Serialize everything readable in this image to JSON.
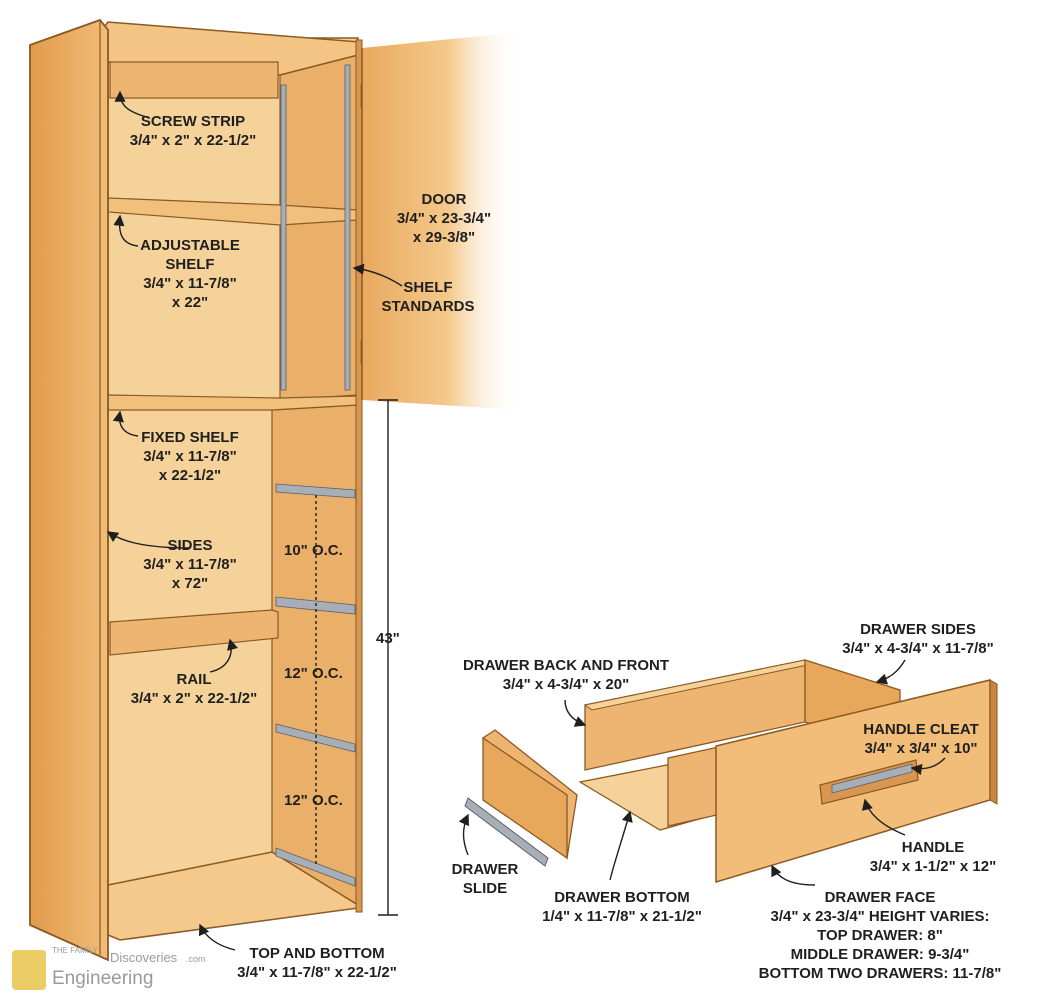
{
  "colors": {
    "wood_light": "#f4c98b",
    "wood_mid": "#e8a85c",
    "wood_dark": "#c7853f",
    "edge": "#8a5a22",
    "metal": "#a7aeb6",
    "ink": "#1f1f1f"
  },
  "labels": {
    "screw_strip": {
      "title": "SCREW STRIP",
      "dims": "3/4\" x 2\" x 22-1/2\""
    },
    "adjustable_shelf": {
      "title": "ADJUSTABLE",
      "title2": "SHELF",
      "dims": "3/4\" x 11-7/8\"",
      "dims2": "x 22\""
    },
    "fixed_shelf": {
      "title": "FIXED SHELF",
      "dims": "3/4\" x 11-7/8\"",
      "dims2": "x 22-1/2\""
    },
    "sides": {
      "title": "SIDES",
      "dims": "3/4\" x 11-7/8\"",
      "dims2": "x 72\""
    },
    "rail": {
      "title": "RAIL",
      "dims": "3/4\" x 2\" x 22-1/2\""
    },
    "top_bottom": {
      "title": "TOP AND BOTTOM",
      "dims": "3/4\" x 11-7/8\" x 22-1/2\""
    },
    "door": {
      "title": "DOOR",
      "dims": "3/4\" x 23-3/4\"",
      "dims2": "x 29-3/8\""
    },
    "shelf_standards": {
      "title": "SHELF",
      "title2": "STANDARDS"
    },
    "height": "43\"",
    "spacing": [
      "10\" O.C.",
      "12\" O.C.",
      "12\" O.C."
    ],
    "drawer_back_front": {
      "title": "DRAWER BACK AND FRONT",
      "dims": "3/4\" x 4-3/4\" x 20\""
    },
    "drawer_sides": {
      "title": "DRAWER SIDES",
      "dims": "3/4\" x 4-3/4\" x 11-7/8\""
    },
    "handle_cleat": {
      "title": "HANDLE CLEAT",
      "dims": "3/4\" x 3/4\" x 10\""
    },
    "handle": {
      "title": "HANDLE",
      "dims": "3/4\" x 1-1/2\" x 12\""
    },
    "drawer_slide": {
      "title": "DRAWER",
      "title2": "SLIDE"
    },
    "drawer_bottom": {
      "title": "DRAWER BOTTOM",
      "dims": "1/4\" x 11-7/8\" x 21-1/2\""
    },
    "drawer_face": {
      "title": "DRAWER FACE",
      "dims": "3/4\" x 23-3/4\" HEIGHT VARIES:",
      "dims2": "TOP DRAWER: 8\"",
      "dims3": "MIDDLE DRAWER: 9-3/4\"",
      "dims4": "BOTTOM TWO DRAWERS: 11-7/8\""
    }
  },
  "watermark": {
    "line1": "Discoveries",
    "suffix": ".com",
    "line2": "Engineering",
    "tag": "THE FAMILY"
  }
}
